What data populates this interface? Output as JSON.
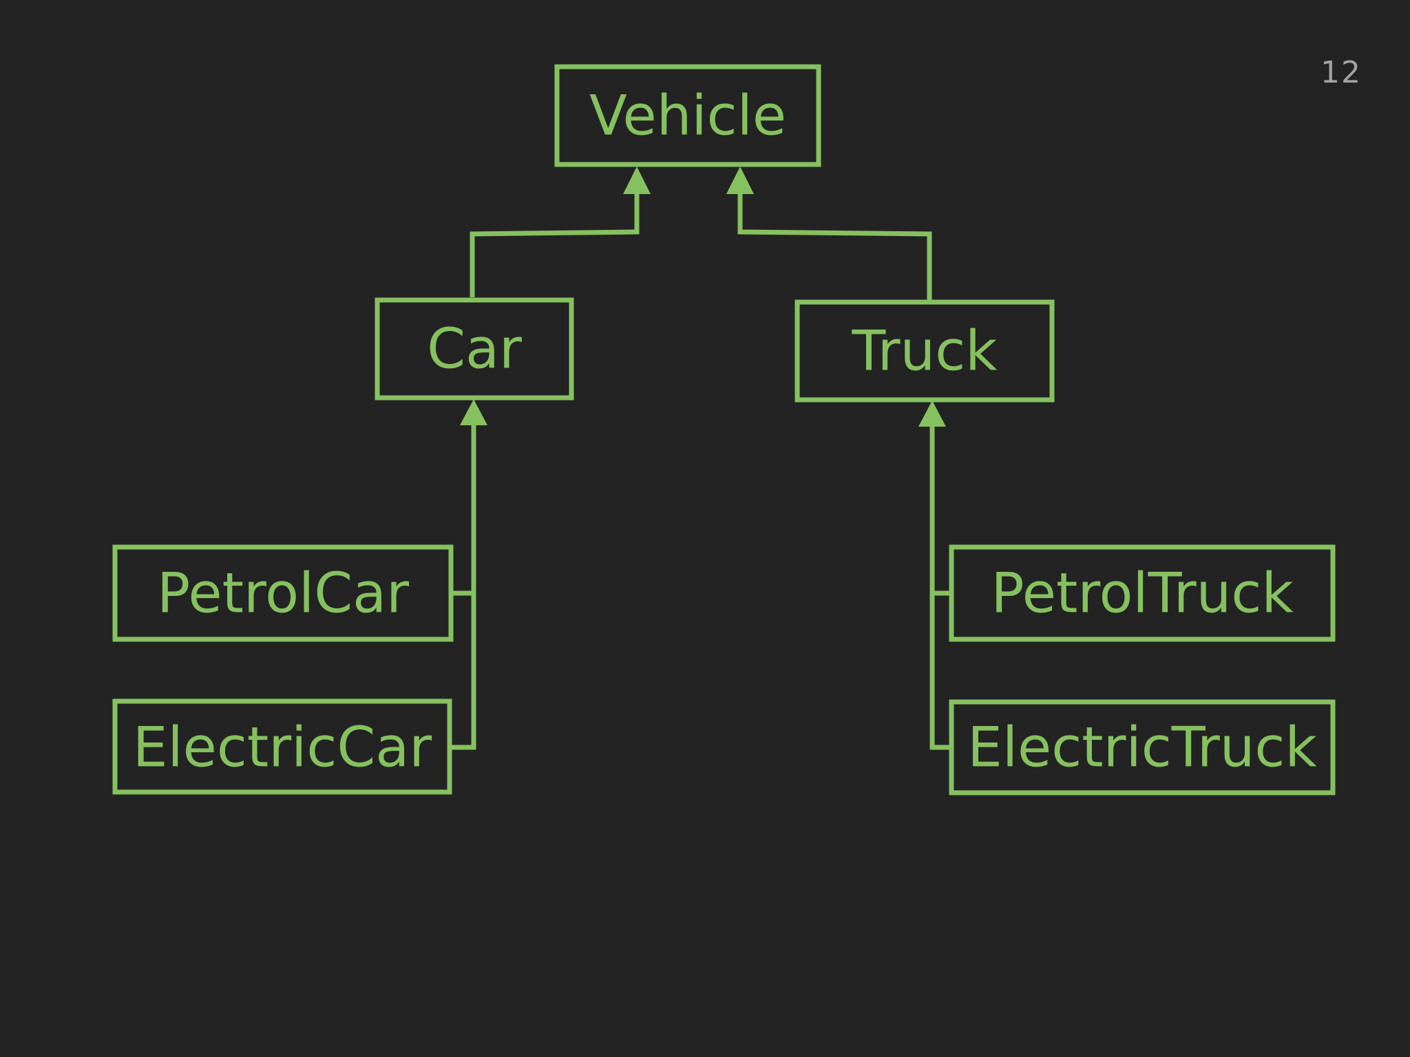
{
  "slide": {
    "page_number": "12"
  },
  "colors": {
    "background": "#232324",
    "accent": "#86c15f",
    "page_number": "#a3a3a3"
  },
  "diagram": {
    "type": "class-inheritance",
    "nodes": {
      "vehicle": "Vehicle",
      "car": "Car",
      "truck": "Truck",
      "petrol_car": "PetrolCar",
      "electric_car": "ElectricCar",
      "petrol_truck": "PetrolTruck",
      "electric_truck": "ElectricTruck"
    },
    "edges": [
      {
        "from": "car",
        "to": "vehicle",
        "arrow": "hollow-triangle"
      },
      {
        "from": "truck",
        "to": "vehicle",
        "arrow": "hollow-triangle"
      },
      {
        "from": "petrol_car",
        "to": "car",
        "arrow": "hollow-triangle"
      },
      {
        "from": "electric_car",
        "to": "car",
        "arrow": "hollow-triangle"
      },
      {
        "from": "petrol_truck",
        "to": "truck",
        "arrow": "hollow-triangle"
      },
      {
        "from": "electric_truck",
        "to": "truck",
        "arrow": "hollow-triangle"
      }
    ]
  }
}
